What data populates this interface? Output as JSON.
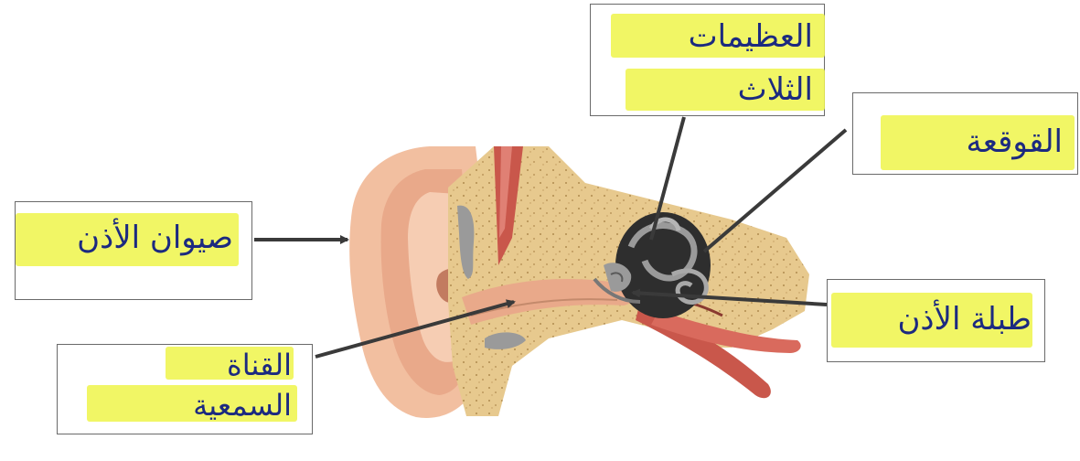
{
  "labels": {
    "auricle": "صيوان الأذن",
    "ear_canal_line1": "القناة",
    "ear_canal_line2": "السمعية",
    "ossicles_line1": "العظيمات",
    "ossicles_line2": "الثلاث",
    "cochlea": "القوقعة",
    "eardrum": "طبلة الأذن"
  },
  "colors": {
    "highlight": "#eef54a",
    "ink": "#1c2a80",
    "arrow": "#3a3a3a",
    "box_border": "#6a6a6a",
    "skin": "#f2bfa0",
    "bone": "#e7c98e",
    "muscle": "#c9574b",
    "inner_ear": "#5b5b5b"
  }
}
